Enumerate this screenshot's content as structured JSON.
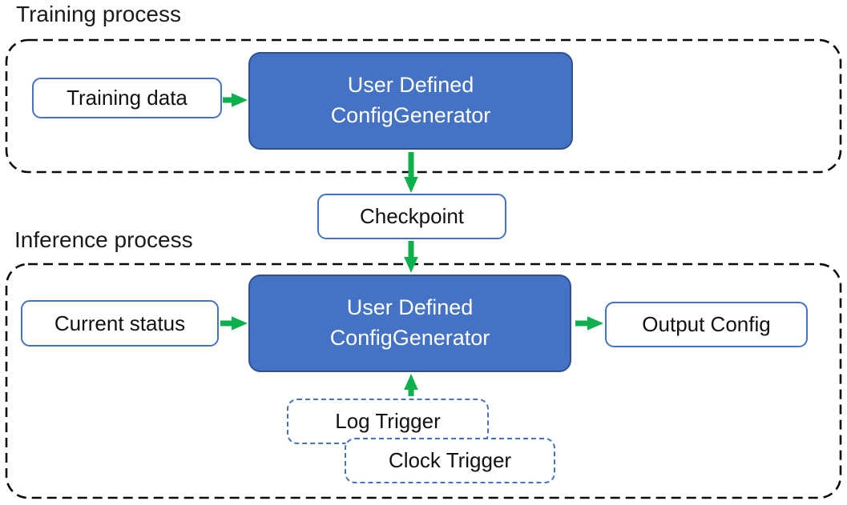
{
  "diagram": {
    "training": {
      "label": "Training process",
      "training_data": "Training data",
      "generator": {
        "line1": "User Defined",
        "line2": "ConfigGenerator"
      }
    },
    "checkpoint": {
      "label": "Checkpoint"
    },
    "inference": {
      "label": "Inference process",
      "current_status": "Current status",
      "generator": {
        "line1": "User Defined",
        "line2": "ConfigGenerator"
      },
      "output_config": "Output Config",
      "log_trigger": "Log Trigger",
      "clock_trigger": "Clock Trigger"
    },
    "connections": [
      {
        "from": "Training data",
        "to": "User Defined ConfigGenerator (training)"
      },
      {
        "from": "User Defined ConfigGenerator (training)",
        "to": "Checkpoint"
      },
      {
        "from": "Checkpoint",
        "to": "User Defined ConfigGenerator (inference)"
      },
      {
        "from": "Current status",
        "to": "User Defined ConfigGenerator (inference)"
      },
      {
        "from": "User Defined ConfigGenerator (inference)",
        "to": "Output Config"
      },
      {
        "from": "Log Trigger",
        "to": "User Defined ConfigGenerator (inference)"
      }
    ],
    "colors": {
      "node_fill_blue": "#4472C4",
      "node_border_dark_blue": "#2F528F",
      "box_border_blue": "#4472C4",
      "arrow_green": "#0CB04D",
      "region_border_black": "#0A0A0A",
      "text_black": "#111111",
      "text_white": "#FFFFFF"
    }
  }
}
